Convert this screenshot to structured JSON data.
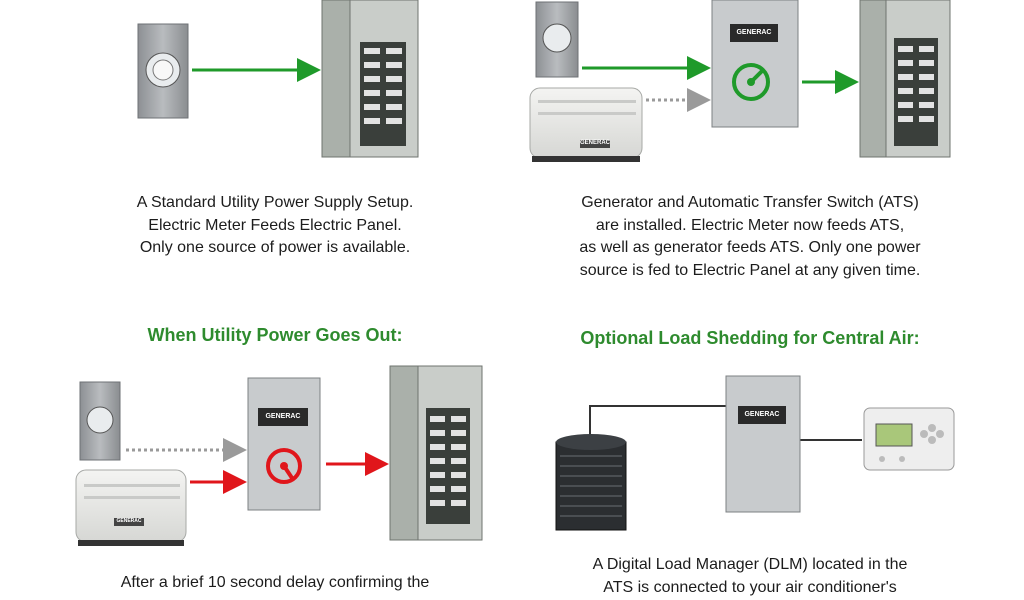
{
  "brand": "GENERAC",
  "colors": {
    "heading_green": "#2e8b2e",
    "arrow_green": "#1f9a2a",
    "arrow_red": "#e0161b",
    "arrow_gray": "#9a9a9a"
  },
  "captions": {
    "standard": [
      "A Standard Utility Power Supply Setup.",
      "Electric Meter Feeds Electric Panel.",
      "Only one source of power is available."
    ],
    "ats": [
      "Generator and Automatic Transfer Switch (ATS)",
      "are installed. Electric Meter now feeds ATS,",
      "as well as generator feeds ATS. Only one power",
      "source is fed to Electric Panel at any given time."
    ],
    "outage": [
      "After a brief 10 second delay confirming the"
    ],
    "dlm": [
      "A Digital Load Manager (DLM) located in the",
      "ATS is connected to your air conditioner's"
    ]
  },
  "headings": {
    "outage": "When Utility Power Goes Out:",
    "load_shedding": "Optional Load Shedding for Central Air:"
  },
  "icons": [
    "electric-meter-icon",
    "breaker-panel-icon",
    "transfer-switch-icon",
    "generator-icon",
    "air-conditioner-icon",
    "thermostat-icon"
  ]
}
